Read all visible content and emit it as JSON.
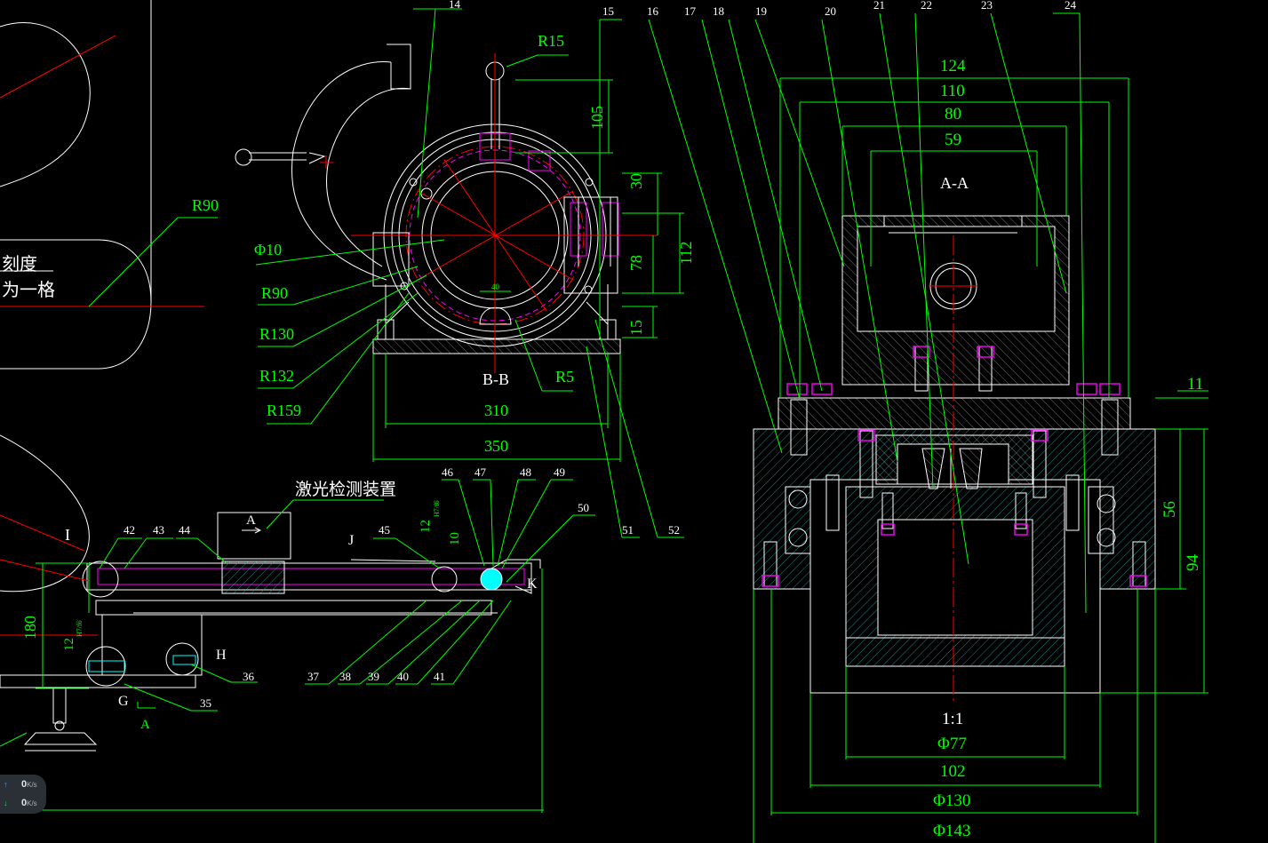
{
  "colors": {
    "line": "#ffffff",
    "dim": "#00ff00",
    "center": "#ff0000",
    "hidden": "#ff00ff",
    "hatch": "#00c8c8",
    "cyan": "#00ffff"
  },
  "text_labels": {
    "scale_line1": "刻度",
    "scale_line2": "为一格",
    "laser_device": "激光检测装置",
    "section_bb": "B-B",
    "section_aa": "A-A",
    "ratio": "1:1",
    "view_a": "A",
    "view_a2": "A",
    "view_I": "I",
    "view_J": "J",
    "view_K": "K",
    "view_H": "H",
    "view_G": "G"
  },
  "dimensions": {
    "r90_top": "R90",
    "r15": "R15",
    "d105": "105",
    "d30": "30",
    "d112": "112",
    "d78": "78",
    "d15": "15",
    "phi10": "Φ10",
    "r90": "R90",
    "r130": "R130",
    "r132": "R132",
    "r159": "R159",
    "r5": "R5",
    "d40": "40",
    "d310": "310",
    "d350": "350",
    "d124": "124",
    "d110": "110",
    "d80": "80",
    "d59": "59",
    "d11": "11",
    "d56": "56",
    "d94": "94",
    "phi77": "Φ77",
    "d102": "102",
    "phi130": "Φ130",
    "phi143": "Φ143",
    "d180": "180",
    "d10": "10",
    "fit_12_a": "12",
    "fit_12_a_sub": "H7/f6",
    "fit_12_b": "12",
    "fit_12_b_sub": "H7/f6"
  },
  "balloons": {
    "b14": "14",
    "b15": "15",
    "b16": "16",
    "b17": "17",
    "b18": "18",
    "b19": "19",
    "b20": "20",
    "b21": "21",
    "b22": "22",
    "b23": "23",
    "b24": "24",
    "b35": "35",
    "b36": "36",
    "b37": "37",
    "b38": "38",
    "b39": "39",
    "b40": "40",
    "b41": "41",
    "b42": "42",
    "b43": "43",
    "b44": "44",
    "b45": "45",
    "b46": "46",
    "b47": "47",
    "b48": "48",
    "b49": "49",
    "b50": "50",
    "b51": "51",
    "b52": "52"
  },
  "net_widget": {
    "upload": "0",
    "download": "0",
    "unit": "K/s"
  }
}
